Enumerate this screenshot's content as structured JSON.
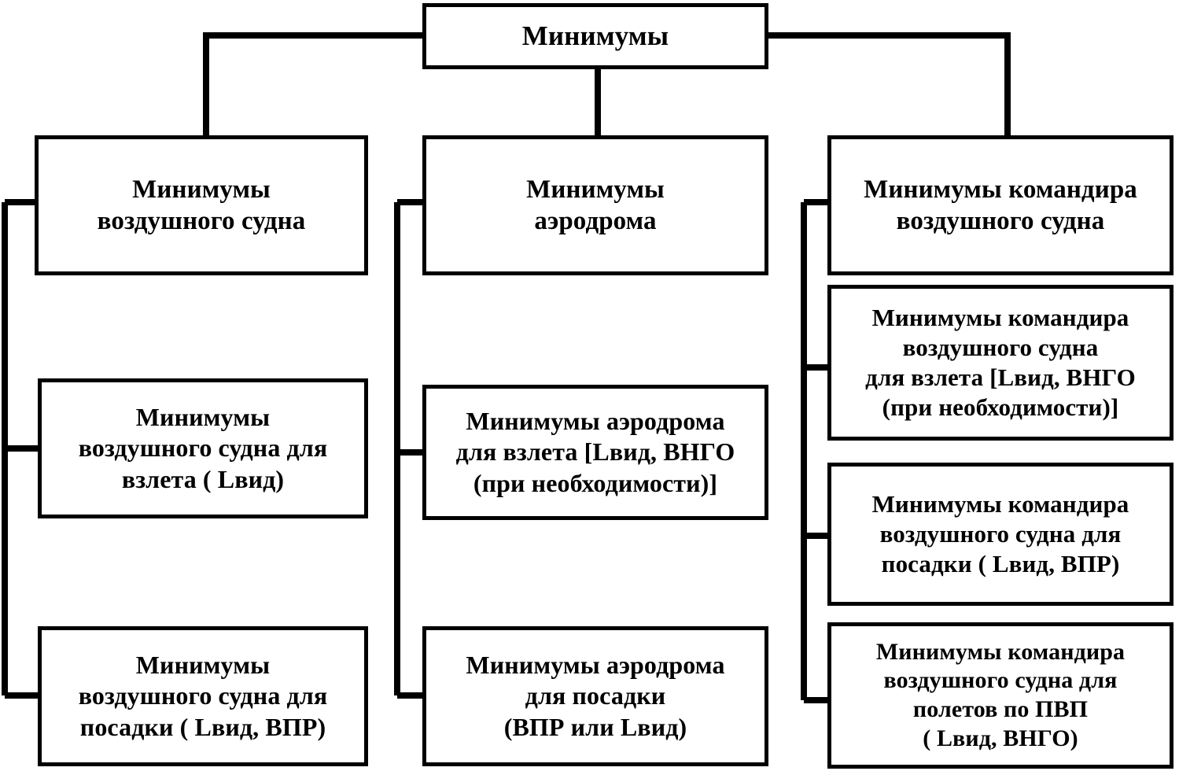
{
  "diagram": {
    "title": "Минимумы",
    "type": "hierarchy-tree",
    "orientation": "top-down-with-left-bus-brackets",
    "line_color": "#000000",
    "background_color": "#ffffff",
    "root": {
      "id": "root",
      "label": "Минимумы"
    },
    "columns": [
      {
        "id": "col-aircraft",
        "header": {
          "id": "aircraft",
          "label": "Минимумы\nвоздушного судна"
        },
        "children": [
          {
            "id": "aircraft-takeoff",
            "label": "Минимумы\nвоздушного судна для\nвзлета ( Lвид)"
          },
          {
            "id": "aircraft-landing",
            "label": "Минимумы\nвоздушного судна для\nпосадки ( Lвид, ВПР)"
          }
        ]
      },
      {
        "id": "col-aerodrome",
        "header": {
          "id": "aerodrome",
          "label": "Минимумы\nаэродрома"
        },
        "children": [
          {
            "id": "aerodrome-takeoff",
            "label": "Минимумы аэродрома\nдля взлета  [Lвид, ВНГО\n(при необходимости)]"
          },
          {
            "id": "aerodrome-landing",
            "label": "Минимумы аэродрома\nдля посадки\n(ВПР или Lвид)"
          }
        ]
      },
      {
        "id": "col-commander",
        "header": {
          "id": "commander",
          "label": "Минимумы командира\nвоздушного судна"
        },
        "children": [
          {
            "id": "commander-takeoff",
            "label": "Минимумы командира\nвоздушного судна\nдля взлета [Lвид, ВНГО\n(при необходимости)]"
          },
          {
            "id": "commander-landing",
            "label": "Минимумы командира\nвоздушного судна для\nпосадки ( Lвид, ВПР)"
          },
          {
            "id": "commander-vfr",
            "label": "Минимумы командира\nвоздушного судна для\nполетов по ПВП\n( Lвид, ВНГО)"
          }
        ]
      }
    ]
  }
}
